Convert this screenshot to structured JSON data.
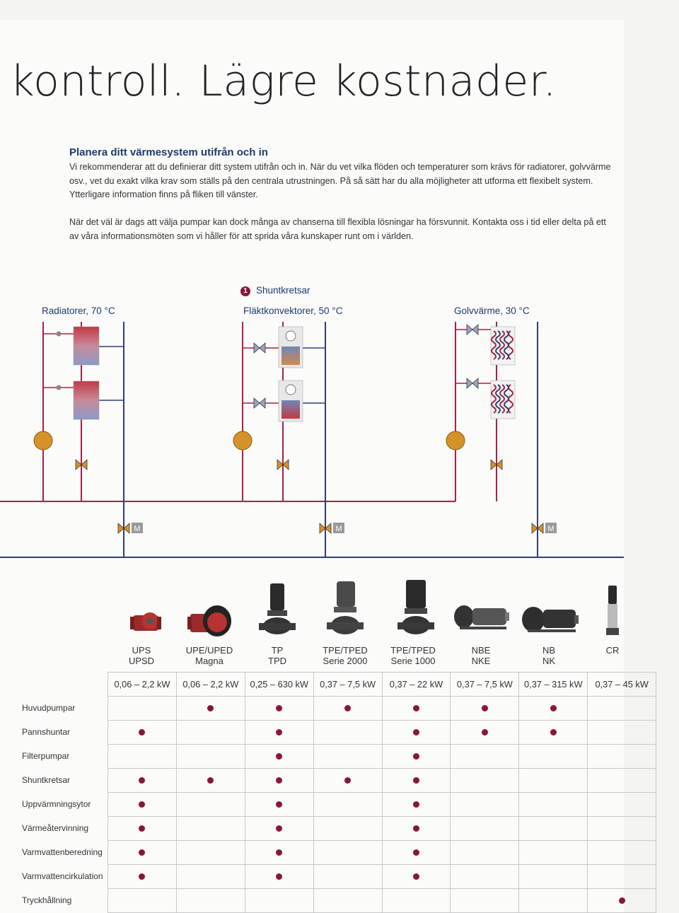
{
  "headline": "kontroll. Lägre kostnader.",
  "section_title": "Planera ditt värmesystem utifrån och in",
  "paragraph1": "Vi rekommenderar att du definierar ditt system utifrån och in. När du vet vilka flöden och temperaturer som krävs för radiatorer, golvvärme osv., vet du exakt vilka krav som ställs på den centrala utrustningen. På så sätt har du alla möjligheter att utforma ett flexibelt system. Ytterligare information finns på fliken till vänster.",
  "paragraph2": "När det väl är dags att välja pumpar kan dock många av chanserna till flexibla lösningar ha försvunnit. Kontakta oss i tid eller delta på ett av våra informationsmöten som vi håller för att sprida våra kunskaper runt om i världen.",
  "diagram": {
    "shunt_number": "1",
    "shunt_label": "Shuntkretsar",
    "circuits": [
      "Radiatorer, 70 °C",
      "Fläktkonvektorer, 50 °C",
      "Golvvärme, 30 °C"
    ],
    "motor_label": "M"
  },
  "products": [
    {
      "line1": "UPS",
      "line2": "UPSD"
    },
    {
      "line1": "UPE/UPED",
      "line2": "Magna"
    },
    {
      "line1": "TP",
      "line2": "TPD"
    },
    {
      "line1": "TPE/TPED",
      "line2": "Serie 2000"
    },
    {
      "line1": "TPE/TPED",
      "line2": "Serie 1000"
    },
    {
      "line1": "NBE",
      "line2": "NKE"
    },
    {
      "line1": "NB",
      "line2": "NK"
    },
    {
      "line1": "CR",
      "line2": ""
    }
  ],
  "power_ranges": [
    "0,06 – 2,2 kW",
    "0,06 – 2,2 kW",
    "0,25 – 630 kW",
    "0,37 – 7,5 kW",
    "0,37 – 22 kW",
    "0,37 – 7,5 kW",
    "0,37 – 315 kW",
    "0,37 – 45 kW"
  ],
  "applications": [
    {
      "label": "Huvudpumpar",
      "marks": [
        0,
        1,
        1,
        1,
        1,
        1,
        1,
        0
      ]
    },
    {
      "label": "Pannshuntar",
      "marks": [
        1,
        0,
        1,
        0,
        1,
        1,
        1,
        0
      ]
    },
    {
      "label": "Filterpumpar",
      "marks": [
        0,
        0,
        1,
        0,
        1,
        0,
        0,
        0
      ]
    },
    {
      "label": "Shuntkretsar",
      "marks": [
        1,
        1,
        1,
        1,
        1,
        0,
        0,
        0
      ]
    },
    {
      "label": "Uppvärmningsytor",
      "marks": [
        1,
        0,
        1,
        0,
        1,
        0,
        0,
        0
      ]
    },
    {
      "label": "Värmeåtervinning",
      "marks": [
        1,
        0,
        1,
        0,
        1,
        0,
        0,
        0
      ]
    },
    {
      "label": "Varmvattenberedning",
      "marks": [
        1,
        0,
        1,
        0,
        1,
        0,
        0,
        0
      ]
    },
    {
      "label": "Varmvattencirkulation",
      "marks": [
        1,
        0,
        1,
        0,
        1,
        0,
        0,
        0
      ]
    },
    {
      "label": "Tryckhållning",
      "marks": [
        0,
        0,
        0,
        0,
        0,
        0,
        0,
        1
      ]
    }
  ],
  "colors": {
    "accent": "#8a1538",
    "heading": "#1d3a6e",
    "pipe": "#a8223f",
    "pipe_blue": "#2e3f74",
    "pump": "#d4922a"
  }
}
